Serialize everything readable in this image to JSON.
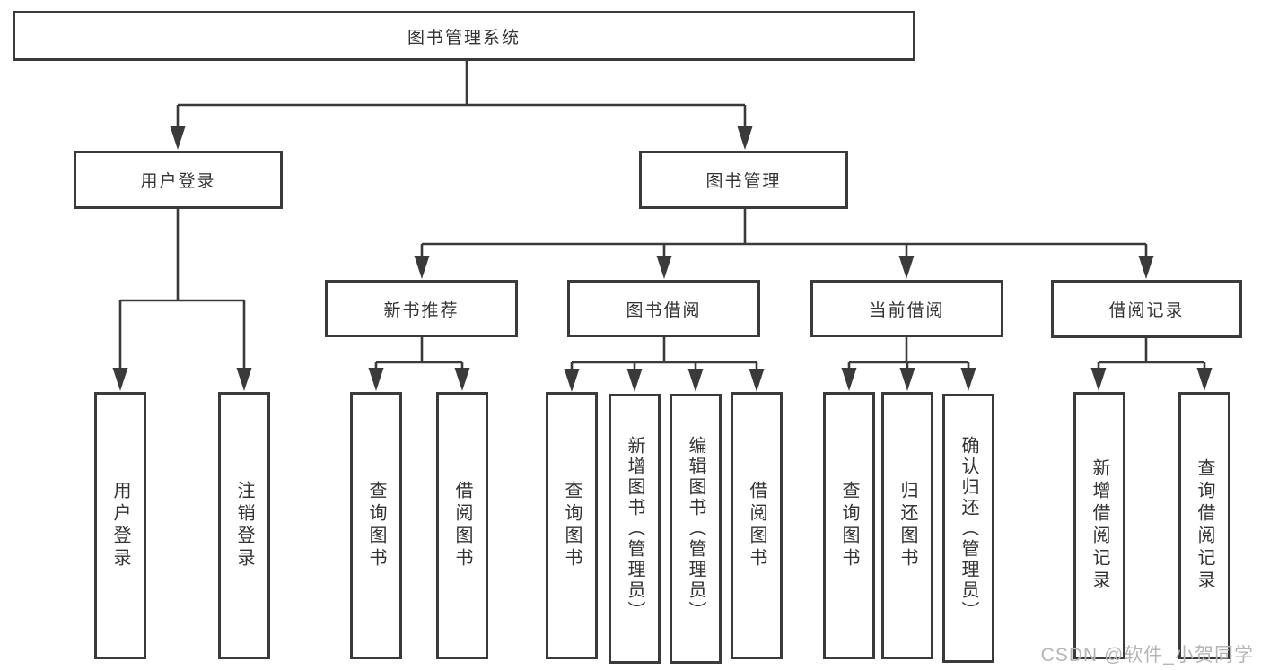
{
  "nodes": {
    "root": "图书管理系统",
    "user_login": "用户登录",
    "book_mgmt": "图书管理",
    "new_book_rec": "新书推荐",
    "book_borrow": "图书借阅",
    "current_borrow": "当前借阅",
    "borrow_record": "借阅记录",
    "leaf_user_login": "用户登录",
    "leaf_logout": "注销登录",
    "leaf_query_book_1": "查询图书",
    "leaf_borrow_book_1": "借阅图书",
    "leaf_query_book_2": "查询图书",
    "leaf_add_book": "新增图书（管理员）",
    "leaf_edit_book": "编辑图书（管理员）",
    "leaf_borrow_book_2": "借阅图书",
    "leaf_query_book_3": "查询图书",
    "leaf_return_book": "归还图书",
    "leaf_confirm_return": "确认归还（管理员）",
    "leaf_add_record": "新增借阅记录",
    "leaf_query_record": "查询借阅记录"
  },
  "watermark": "CSDN @软件_小贺同学",
  "colors": {
    "line": "#3a3a3a",
    "text": "#333333",
    "background": "#ffffff",
    "watermark": "#b5b5b5"
  }
}
